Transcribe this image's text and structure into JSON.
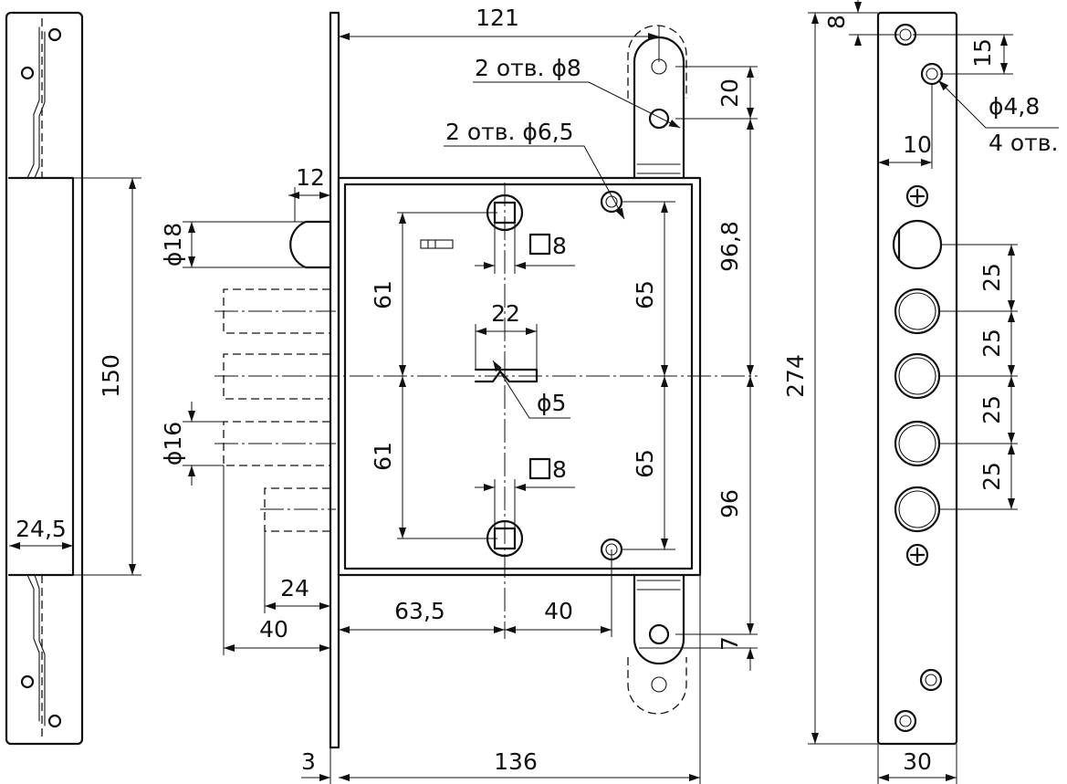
{
  "labels": {
    "d121": "121",
    "holes8": "2 отв. ϕ8",
    "holes65": "2 отв. ϕ6,5",
    "d20": "20",
    "d12": "12",
    "phi18": "ϕ18",
    "phi16": "ϕ16",
    "d150": "150",
    "d245": "24,5",
    "d61a": "61",
    "d61b": "61",
    "d22": "22",
    "sq8a": "8",
    "sq8b": "8",
    "phi5": "ϕ5",
    "d65a": "65",
    "d65b": "65",
    "d968": "96,8",
    "d96": "96",
    "d7": "7",
    "d24": "24",
    "d40a": "40",
    "d635": "63,5",
    "d40b": "40",
    "d3": "3",
    "d136": "136",
    "d274": "274",
    "d8": "8",
    "d15": "15",
    "phi48": "ϕ4,8",
    "holes4": "4 отв.",
    "d10": "10",
    "d25a": "25",
    "d25b": "25",
    "d25c": "25",
    "d25d": "25",
    "d30": "30"
  }
}
